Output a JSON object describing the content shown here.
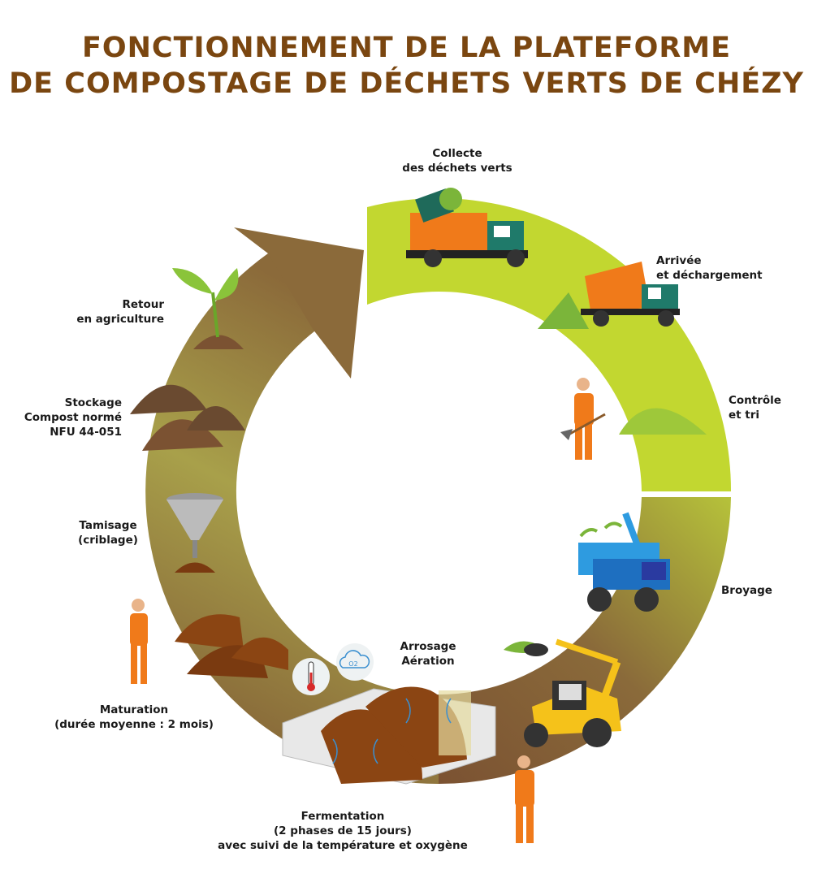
{
  "title": {
    "line1": "FONCTIONNEMENT DE LA PLATEFORME",
    "line2": "DE COMPOSTAGE DE DÉCHETS VERTS DE CHÉZY"
  },
  "colors": {
    "title": "#7a4610",
    "green": "#c2d730",
    "brown_dark": "#7b5232",
    "brown_light": "#a8a04a",
    "orange": "#f07a1a"
  },
  "steps": [
    {
      "id": "collecte",
      "lines": [
        "Collecte",
        "des déchets verts"
      ],
      "icon": "garbage-truck-icon"
    },
    {
      "id": "arrivee",
      "lines": [
        "Arrivée",
        "et déchargement"
      ],
      "icon": "dump-truck-icon"
    },
    {
      "id": "controle",
      "lines": [
        "Contrôle",
        "et tri"
      ],
      "icon": "worker-shovel-icon"
    },
    {
      "id": "broyage",
      "lines": [
        "Broyage"
      ],
      "icon": "shredder-icon"
    },
    {
      "id": "arrosage",
      "lines": [
        "Arrosage",
        "Aération"
      ],
      "icon": "loader-icon"
    },
    {
      "id": "fermentation",
      "lines": [
        "Fermentation",
        "(2 phases de 15 jours)",
        "avec suivi de la température et oxygène"
      ],
      "icon": "fermentation-bay-icon"
    },
    {
      "id": "maturation",
      "lines": [
        "Maturation",
        "(durée moyenne : 2 mois)"
      ],
      "icon": "compost-pile-icon"
    },
    {
      "id": "tamisage",
      "lines": [
        "Tamisage",
        "(criblage)"
      ],
      "icon": "sieve-icon"
    },
    {
      "id": "stockage",
      "lines": [
        "Stockage",
        "Compost normé",
        "NFU 44-051"
      ],
      "icon": "storage-piles-icon"
    },
    {
      "id": "retour",
      "lines": [
        "Retour",
        "en agriculture"
      ],
      "icon": "sprout-icon"
    }
  ],
  "o2_label": "O2"
}
